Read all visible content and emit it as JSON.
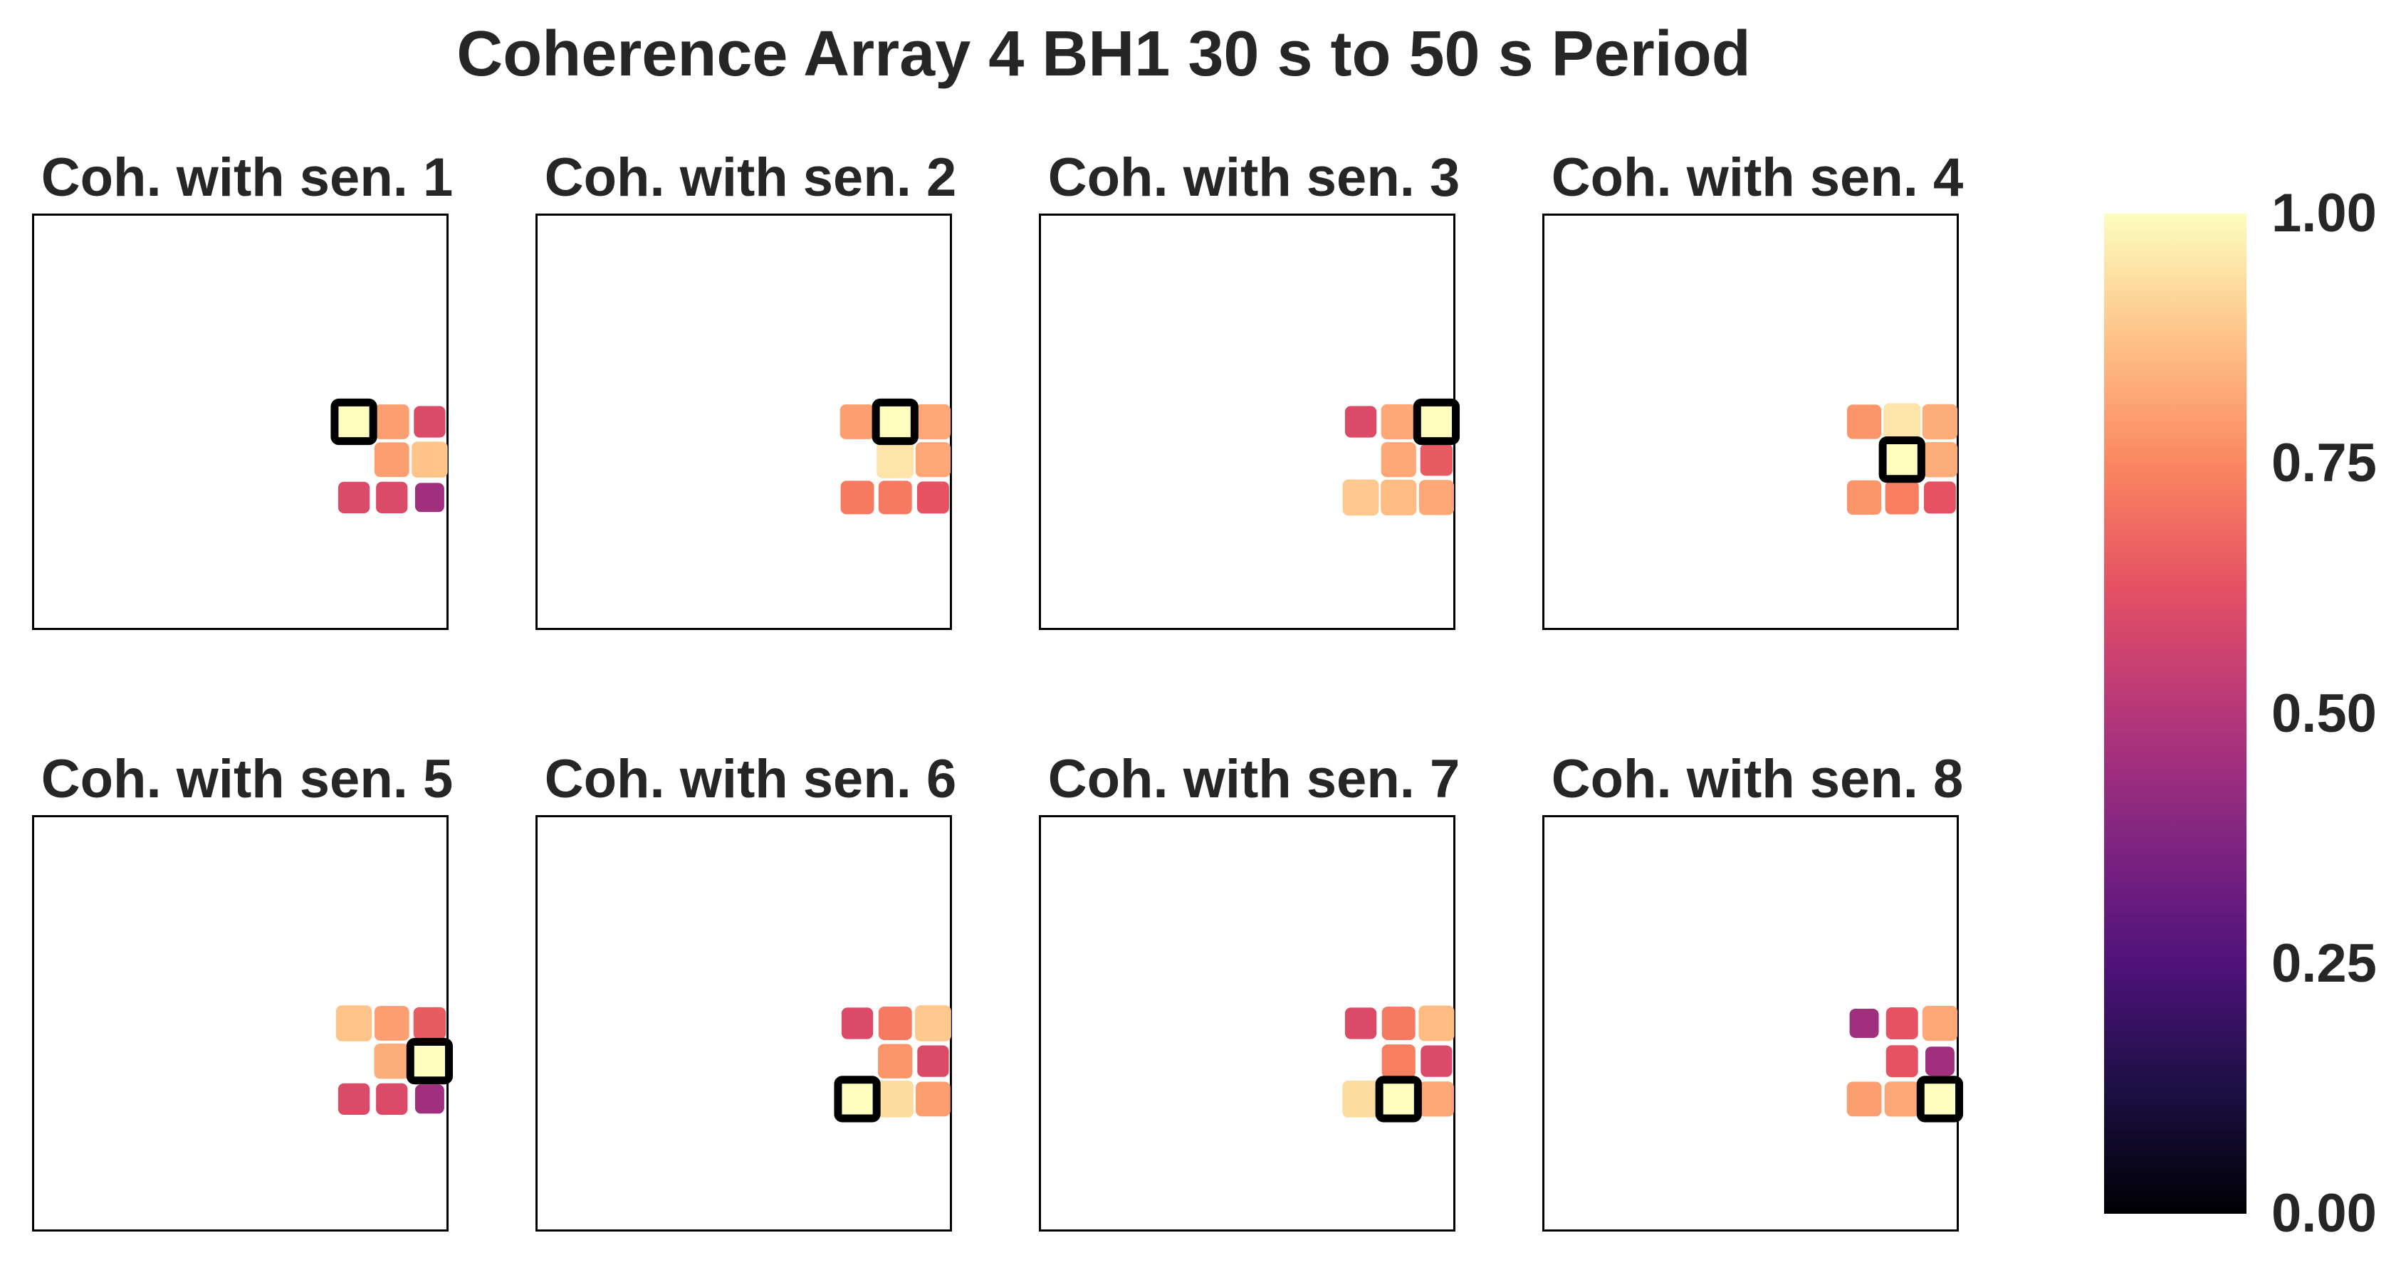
{
  "title": "Coherence Array 4 BH1 30 s to 50 s Period",
  "colormap": "magma",
  "colormap_stops": [
    "#000004",
    "#1c1044",
    "#4f127b",
    "#812581",
    "#b5367a",
    "#e55064",
    "#fb8761",
    "#fec287",
    "#fcfdbf"
  ],
  "reference_outline_color": "#000000",
  "colorbar": {
    "min": 0,
    "max": 1,
    "tick_values": [
      0,
      0.25,
      0.5,
      0.75,
      1
    ],
    "tick_labels": [
      "0.00",
      "0.25",
      "0.50",
      "0.75",
      "1.00"
    ]
  },
  "chart_data": {
    "type": "heatmap",
    "title": "Coherence Array 4 BH1 30 s to 50 s Period",
    "xlim": [
      0,
      11
    ],
    "ylim": [
      0,
      11
    ],
    "grid": false,
    "legend": "colorbar right",
    "vmin": 0,
    "vmax": 1,
    "panels": [
      {
        "title": "Coh. with sen. 1",
        "reference": 1,
        "cells": [
          {
            "sensor": 1,
            "col": 8,
            "row": 5,
            "value": 1.0
          },
          {
            "sensor": 2,
            "col": 9,
            "row": 5,
            "value": 0.8
          },
          {
            "sensor": 3,
            "col": 10,
            "row": 5,
            "value": 0.6
          },
          {
            "sensor": 4,
            "col": 9,
            "row": 6,
            "value": 0.8
          },
          {
            "sensor": 5,
            "col": 10,
            "row": 6,
            "value": 0.88
          },
          {
            "sensor": 6,
            "col": 8,
            "row": 7,
            "value": 0.6
          },
          {
            "sensor": 7,
            "col": 9,
            "row": 7,
            "value": 0.6
          },
          {
            "sensor": 8,
            "col": 10,
            "row": 7,
            "value": 0.45
          }
        ]
      },
      {
        "title": "Coh. with sen. 2",
        "reference": 2,
        "cells": [
          {
            "sensor": 1,
            "col": 8,
            "row": 5,
            "value": 0.8
          },
          {
            "sensor": 2,
            "col": 9,
            "row": 5,
            "value": 1.0
          },
          {
            "sensor": 3,
            "col": 10,
            "row": 5,
            "value": 0.82
          },
          {
            "sensor": 4,
            "col": 9,
            "row": 6,
            "value": 0.95
          },
          {
            "sensor": 5,
            "col": 10,
            "row": 6,
            "value": 0.82
          },
          {
            "sensor": 6,
            "col": 8,
            "row": 7,
            "value": 0.72
          },
          {
            "sensor": 7,
            "col": 9,
            "row": 7,
            "value": 0.72
          },
          {
            "sensor": 8,
            "col": 10,
            "row": 7,
            "value": 0.63
          }
        ]
      },
      {
        "title": "Coh. with sen. 3",
        "reference": 3,
        "cells": [
          {
            "sensor": 1,
            "col": 8,
            "row": 5,
            "value": 0.6
          },
          {
            "sensor": 2,
            "col": 9,
            "row": 5,
            "value": 0.82
          },
          {
            "sensor": 3,
            "col": 10,
            "row": 5,
            "value": 1.0
          },
          {
            "sensor": 4,
            "col": 9,
            "row": 6,
            "value": 0.82
          },
          {
            "sensor": 5,
            "col": 10,
            "row": 6,
            "value": 0.65
          },
          {
            "sensor": 6,
            "col": 8,
            "row": 7,
            "value": 0.89
          },
          {
            "sensor": 7,
            "col": 9,
            "row": 7,
            "value": 0.86
          },
          {
            "sensor": 8,
            "col": 10,
            "row": 7,
            "value": 0.82
          }
        ]
      },
      {
        "title": "Coh. with sen. 4",
        "reference": 4,
        "cells": [
          {
            "sensor": 1,
            "col": 8,
            "row": 5,
            "value": 0.78
          },
          {
            "sensor": 2,
            "col": 9,
            "row": 5,
            "value": 0.95
          },
          {
            "sensor": 3,
            "col": 10,
            "row": 5,
            "value": 0.83
          },
          {
            "sensor": 4,
            "col": 9,
            "row": 6,
            "value": 1.0
          },
          {
            "sensor": 5,
            "col": 10,
            "row": 6,
            "value": 0.83
          },
          {
            "sensor": 6,
            "col": 8,
            "row": 7,
            "value": 0.78
          },
          {
            "sensor": 7,
            "col": 9,
            "row": 7,
            "value": 0.73
          },
          {
            "sensor": 8,
            "col": 10,
            "row": 7,
            "value": 0.63
          }
        ]
      },
      {
        "title": "Coh. with sen. 5",
        "reference": 5,
        "cells": [
          {
            "sensor": 1,
            "col": 8,
            "row": 5,
            "value": 0.88
          },
          {
            "sensor": 2,
            "col": 9,
            "row": 5,
            "value": 0.8
          },
          {
            "sensor": 3,
            "col": 10,
            "row": 5,
            "value": 0.65
          },
          {
            "sensor": 4,
            "col": 9,
            "row": 6,
            "value": 0.83
          },
          {
            "sensor": 5,
            "col": 10,
            "row": 6,
            "value": 1.0
          },
          {
            "sensor": 6,
            "col": 8,
            "row": 7,
            "value": 0.6
          },
          {
            "sensor": 7,
            "col": 9,
            "row": 7,
            "value": 0.6
          },
          {
            "sensor": 8,
            "col": 10,
            "row": 7,
            "value": 0.45
          }
        ]
      },
      {
        "title": "Coh. with sen. 6",
        "reference": 6,
        "cells": [
          {
            "sensor": 1,
            "col": 8,
            "row": 5,
            "value": 0.6
          },
          {
            "sensor": 2,
            "col": 9,
            "row": 5,
            "value": 0.72
          },
          {
            "sensor": 3,
            "col": 10,
            "row": 5,
            "value": 0.89
          },
          {
            "sensor": 4,
            "col": 9,
            "row": 6,
            "value": 0.78
          },
          {
            "sensor": 5,
            "col": 10,
            "row": 6,
            "value": 0.6
          },
          {
            "sensor": 6,
            "col": 8,
            "row": 7,
            "value": 1.0
          },
          {
            "sensor": 7,
            "col": 9,
            "row": 7,
            "value": 0.93
          },
          {
            "sensor": 8,
            "col": 10,
            "row": 7,
            "value": 0.8
          }
        ]
      },
      {
        "title": "Coh. with sen. 7",
        "reference": 7,
        "cells": [
          {
            "sensor": 1,
            "col": 8,
            "row": 5,
            "value": 0.6
          },
          {
            "sensor": 2,
            "col": 9,
            "row": 5,
            "value": 0.72
          },
          {
            "sensor": 3,
            "col": 10,
            "row": 5,
            "value": 0.86
          },
          {
            "sensor": 4,
            "col": 9,
            "row": 6,
            "value": 0.73
          },
          {
            "sensor": 5,
            "col": 10,
            "row": 6,
            "value": 0.6
          },
          {
            "sensor": 6,
            "col": 8,
            "row": 7,
            "value": 0.93
          },
          {
            "sensor": 7,
            "col": 9,
            "row": 7,
            "value": 1.0
          },
          {
            "sensor": 8,
            "col": 10,
            "row": 7,
            "value": 0.82
          }
        ]
      },
      {
        "title": "Coh. with sen. 8",
        "reference": 8,
        "cells": [
          {
            "sensor": 1,
            "col": 8,
            "row": 5,
            "value": 0.45
          },
          {
            "sensor": 2,
            "col": 9,
            "row": 5,
            "value": 0.63
          },
          {
            "sensor": 3,
            "col": 10,
            "row": 5,
            "value": 0.82
          },
          {
            "sensor": 4,
            "col": 9,
            "row": 6,
            "value": 0.63
          },
          {
            "sensor": 5,
            "col": 10,
            "row": 6,
            "value": 0.45
          },
          {
            "sensor": 6,
            "col": 8,
            "row": 7,
            "value": 0.8
          },
          {
            "sensor": 7,
            "col": 9,
            "row": 7,
            "value": 0.82
          },
          {
            "sensor": 8,
            "col": 10,
            "row": 7,
            "value": 1.0
          }
        ]
      }
    ]
  }
}
